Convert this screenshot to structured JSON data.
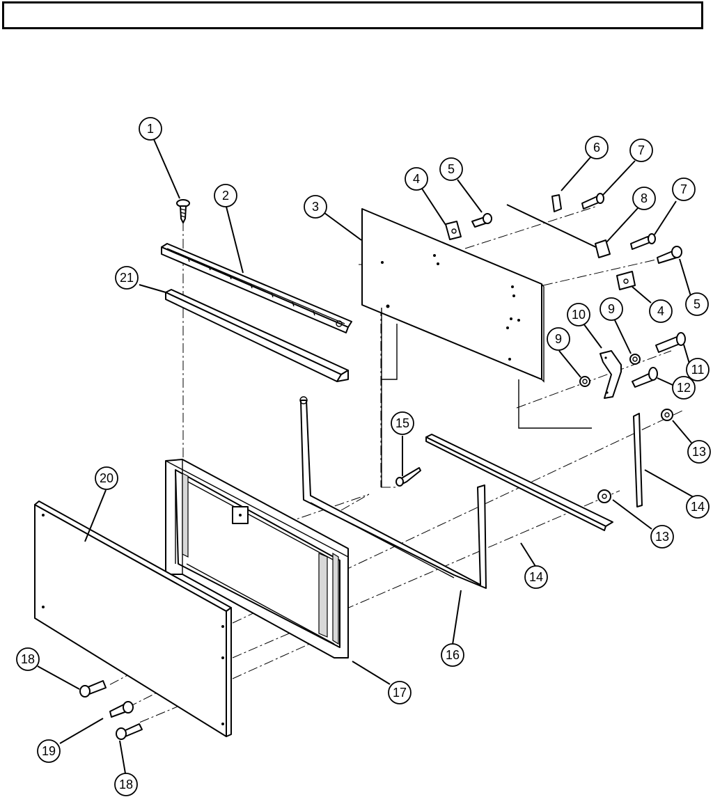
{
  "header": {
    "title": ""
  },
  "callouts": [
    {
      "id": "c1",
      "label": "1"
    },
    {
      "id": "c2",
      "label": "2"
    },
    {
      "id": "c3",
      "label": "3"
    },
    {
      "id": "c4a",
      "label": "4"
    },
    {
      "id": "c5a",
      "label": "5"
    },
    {
      "id": "c6",
      "label": "6"
    },
    {
      "id": "c7a",
      "label": "7"
    },
    {
      "id": "c7b",
      "label": "7"
    },
    {
      "id": "c8",
      "label": "8"
    },
    {
      "id": "c4b",
      "label": "4"
    },
    {
      "id": "c5b",
      "label": "5"
    },
    {
      "id": "c9a",
      "label": "9"
    },
    {
      "id": "c10",
      "label": "10"
    },
    {
      "id": "c9b",
      "label": "9"
    },
    {
      "id": "c11",
      "label": "11"
    },
    {
      "id": "c12",
      "label": "12"
    },
    {
      "id": "c13a",
      "label": "13"
    },
    {
      "id": "c13b",
      "label": "13"
    },
    {
      "id": "c14a",
      "label": "14"
    },
    {
      "id": "c14b",
      "label": "14"
    },
    {
      "id": "c15",
      "label": "15"
    },
    {
      "id": "c16",
      "label": "16"
    },
    {
      "id": "c17",
      "label": "17"
    },
    {
      "id": "c18a",
      "label": "18"
    },
    {
      "id": "c18b",
      "label": "18"
    },
    {
      "id": "c19",
      "label": "19"
    },
    {
      "id": "c20",
      "label": "20"
    },
    {
      "id": "c21",
      "label": "21"
    }
  ]
}
